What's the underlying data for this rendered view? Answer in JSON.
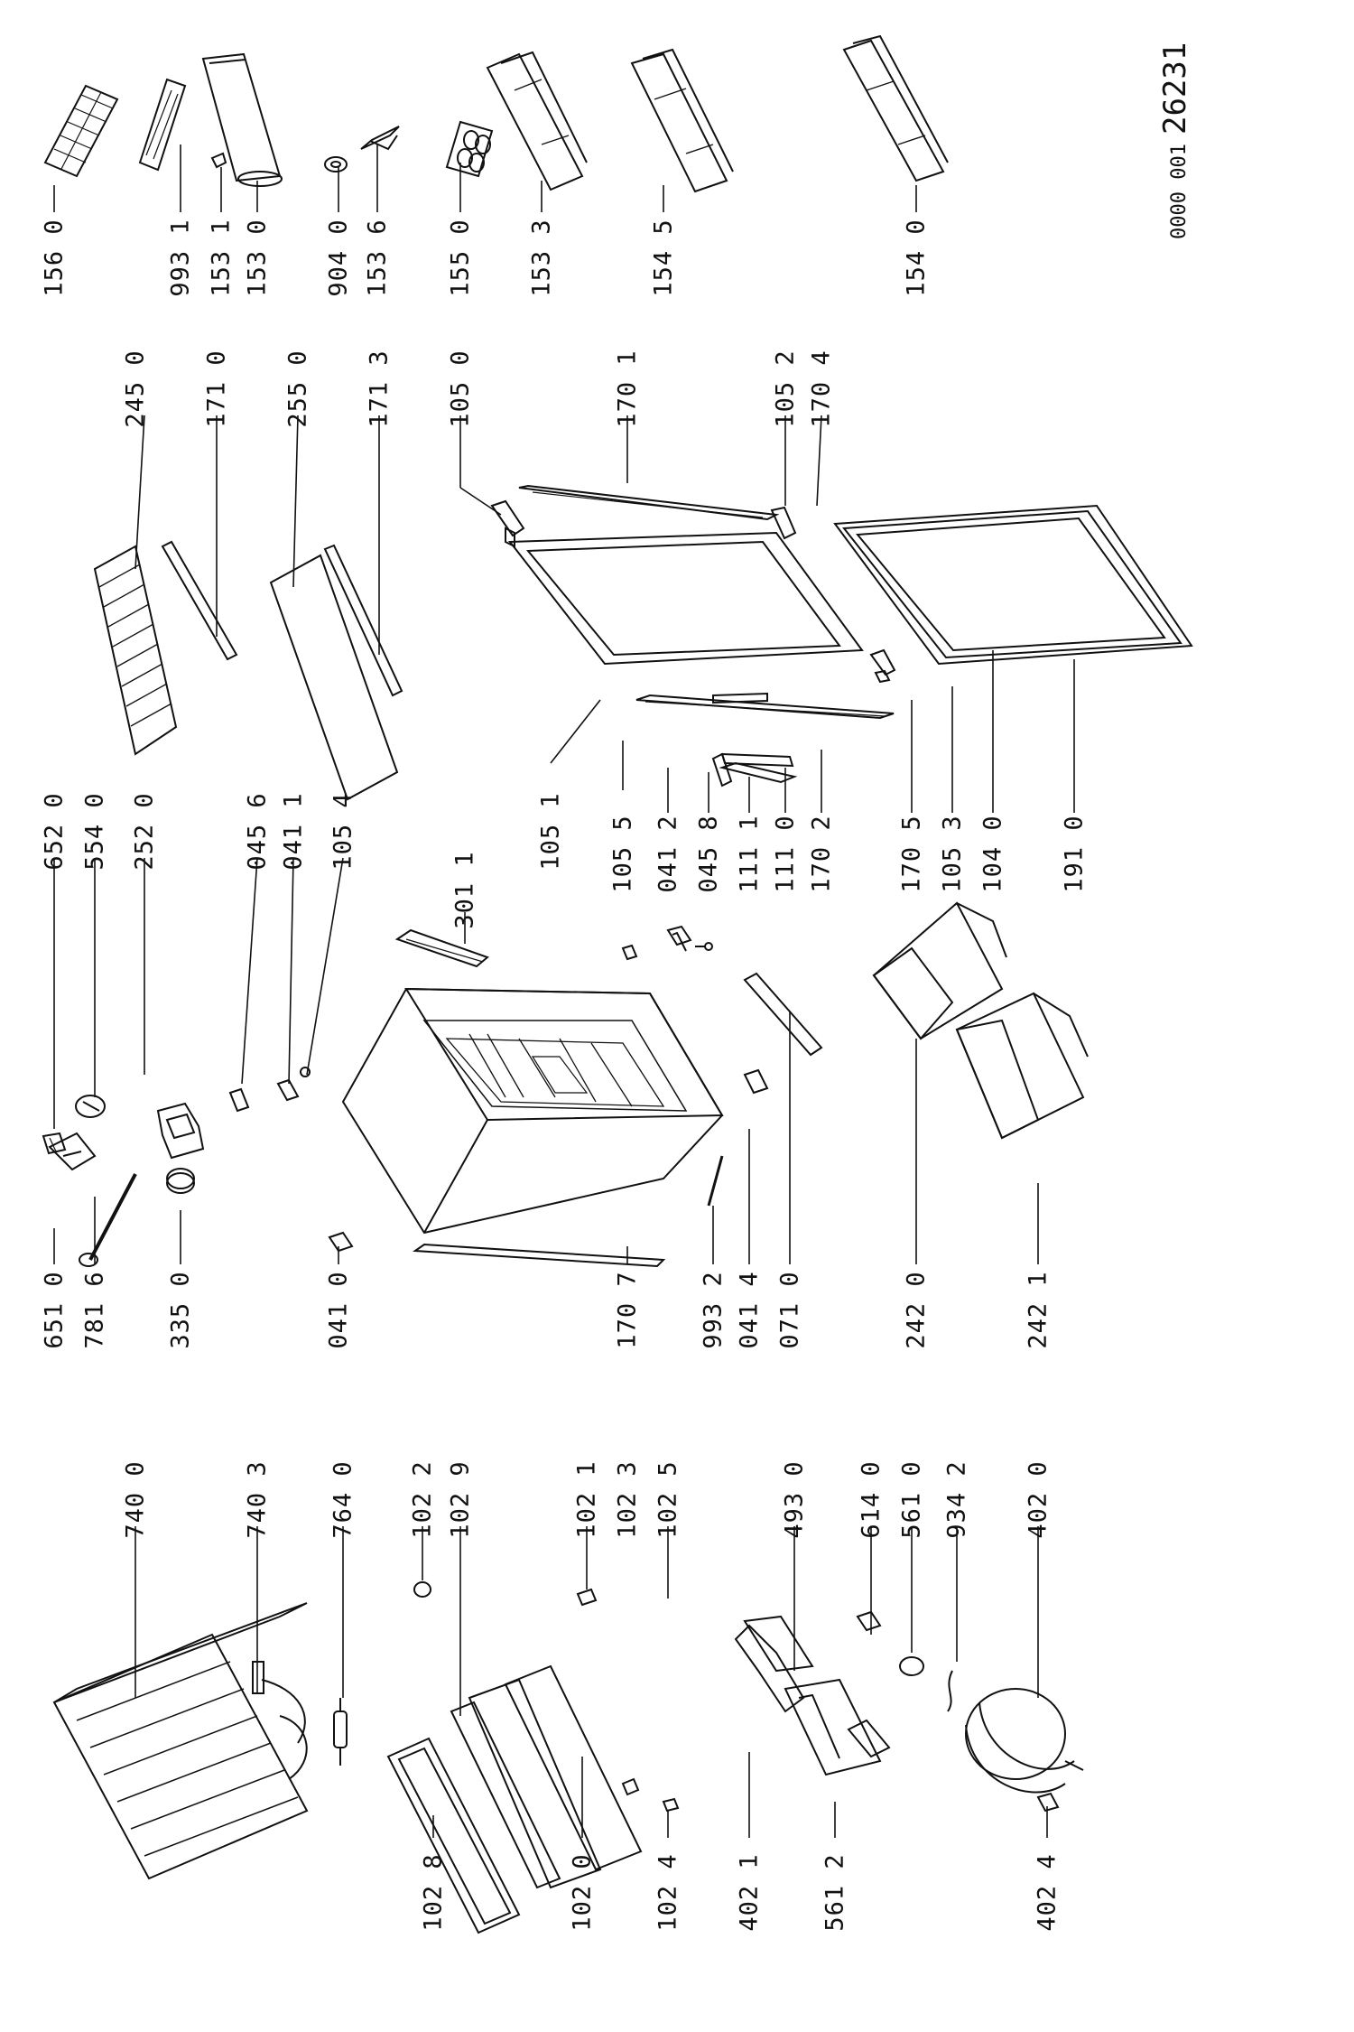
{
  "drawing_number": {
    "prefix": "0000 001",
    "number": "26231"
  },
  "part_labels": [
    "156 0",
    "993 1",
    "153 1",
    "153 0",
    "904 0",
    "153 6",
    "155 0",
    "153 3",
    "154 5",
    "154 0",
    "245 0",
    "171 0",
    "255 0",
    "171 3",
    "105 0",
    "170 1",
    "105 2",
    "170 4",
    "652 0",
    "554 0",
    "252 0",
    "045 6",
    "041 1",
    "105 4",
    "301 1",
    "105 1",
    "105 5",
    "041 2",
    "045 8",
    "111 1",
    "111 0",
    "170 2",
    "170 5",
    "105 3",
    "104 0",
    "191 0",
    "651 0",
    "781 6",
    "335 0",
    "041 0",
    "170 7",
    "993 2",
    "041 4",
    "071 0",
    "242 0",
    "242 1",
    "740 0",
    "740 3",
    "764 0",
    "102 2",
    "102 9",
    "102 1",
    "102 3",
    "102 5",
    "493 0",
    "614 0",
    "561 0",
    "934 2",
    "402 0",
    "102 8",
    "102 0",
    "102 4",
    "402 1",
    "561 2",
    "402 4"
  ]
}
